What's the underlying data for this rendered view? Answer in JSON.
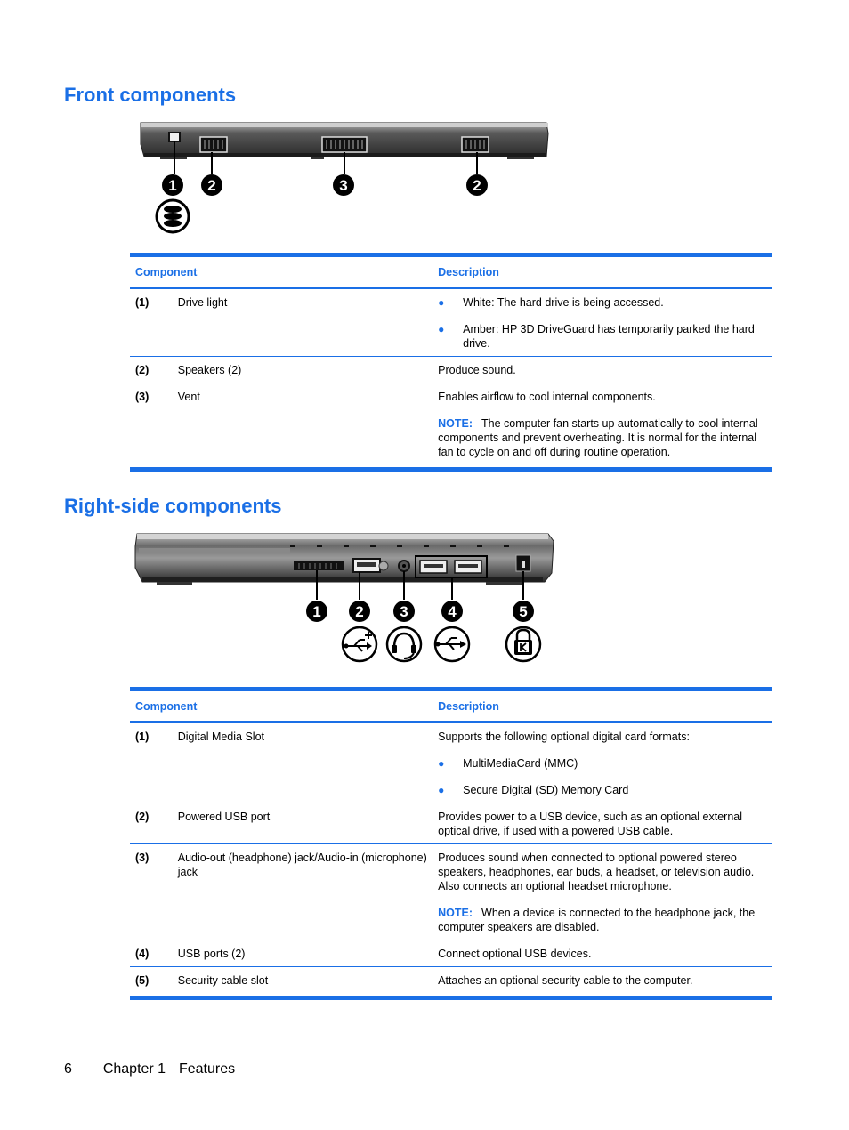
{
  "front": {
    "title": "Front components",
    "callouts": [
      "1",
      "2",
      "3",
      "2"
    ],
    "icons": [
      "drive-light-icon"
    ],
    "table": {
      "headers": {
        "component": "Component",
        "description": "Description"
      },
      "rows": [
        {
          "num": "(1)",
          "name": "Drive light",
          "bullets": [
            "White: The hard drive is being accessed.",
            "Amber: HP 3D DriveGuard has temporarily parked the hard drive."
          ]
        },
        {
          "num": "(2)",
          "name": "Speakers (2)",
          "text": "Produce sound."
        },
        {
          "num": "(3)",
          "name": "Vent",
          "text": "Enables airflow to cool internal components.",
          "note_label": "NOTE:",
          "note": "The computer fan starts up automatically to cool internal components and prevent overheating. It is normal for the internal fan to cycle on and off during routine operation."
        }
      ]
    }
  },
  "right": {
    "title": "Right-side components",
    "callouts": [
      "1",
      "2",
      "3",
      "4",
      "5"
    ],
    "icons": [
      "powered-usb-icon",
      "headphone-icon",
      "usb-icon",
      "security-lock-icon"
    ],
    "table": {
      "headers": {
        "component": "Component",
        "description": "Description"
      },
      "rows": [
        {
          "num": "(1)",
          "name": "Digital Media Slot",
          "text": "Supports the following optional digital card formats:",
          "bullets": [
            "MultiMediaCard (MMC)",
            "Secure Digital (SD) Memory Card"
          ]
        },
        {
          "num": "(2)",
          "name": "Powered USB port",
          "text": "Provides power to a USB device, such as an optional external optical drive, if used with a powered USB cable."
        },
        {
          "num": "(3)",
          "name": "Audio-out (headphone) jack/Audio-in (microphone) jack",
          "text": "Produces sound when connected to optional powered stereo speakers, headphones, ear buds, a headset, or television audio. Also connects an optional headset microphone.",
          "note_label": "NOTE:",
          "note": "When a device is connected to the headphone jack, the computer speakers are disabled."
        },
        {
          "num": "(4)",
          "name": "USB ports (2)",
          "text": "Connect optional USB devices."
        },
        {
          "num": "(5)",
          "name": "Security cable slot",
          "text": "Attaches an optional security cable to the computer."
        }
      ]
    }
  },
  "footer": {
    "page": "6",
    "chapter": "Chapter 1",
    "section": "Features"
  },
  "colors": {
    "accent": "#1a6fe6"
  }
}
